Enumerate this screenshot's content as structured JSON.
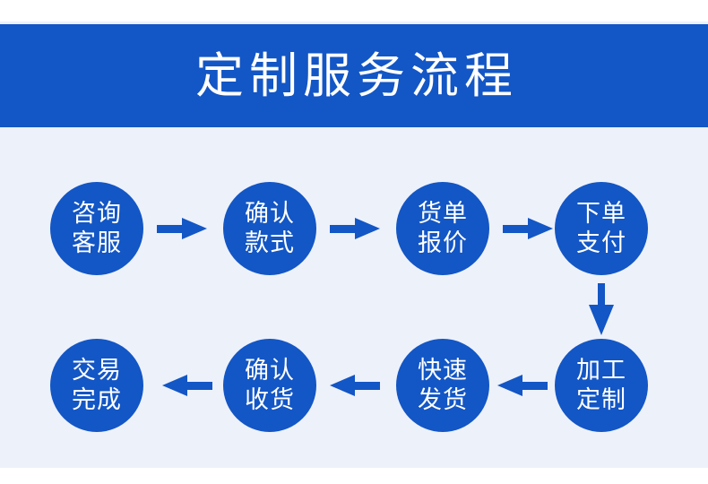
{
  "header": {
    "title": "定制服务流程",
    "band_color": "#1356c5",
    "title_color": "#ffffff"
  },
  "panel": {
    "background_color": "#edf1fa",
    "page_background_color": "#ffffff"
  },
  "flow": {
    "node_color": "#1356c5",
    "node_text_color": "#ffffff",
    "arrow_color": "#1356c5",
    "row1": [
      {
        "id": "consult-service",
        "line1": "咨询",
        "line2": "客服"
      },
      {
        "id": "confirm-style",
        "line1": "确认",
        "line2": "款式"
      },
      {
        "id": "invoice-quote",
        "line1": "货单",
        "line2": "报价"
      },
      {
        "id": "place-order-pay",
        "line1": "下单",
        "line2": "支付"
      }
    ],
    "row2": [
      {
        "id": "transaction-complete",
        "line1": "交易",
        "line2": "完成"
      },
      {
        "id": "confirm-receipt",
        "line1": "确认",
        "line2": "收货"
      },
      {
        "id": "fast-shipping",
        "line1": "快速",
        "line2": "发货"
      },
      {
        "id": "processing-custom",
        "line1": "加工",
        "line2": "定制"
      }
    ],
    "arrows": {
      "row1_direction": "right",
      "row2_direction": "left",
      "connector_direction": "down"
    }
  }
}
